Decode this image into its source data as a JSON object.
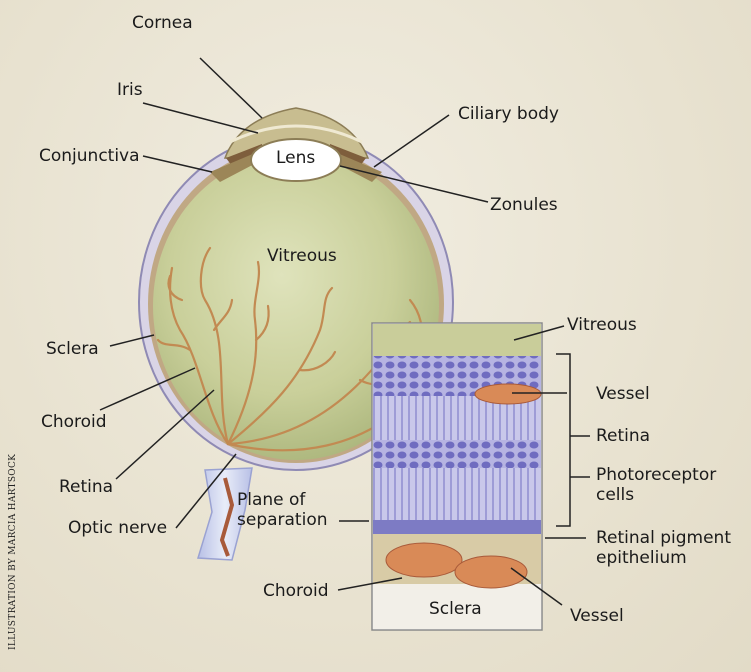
{
  "labels": {
    "cornea": "Cornea",
    "iris": "Iris",
    "conjunctiva": "Conjunctiva",
    "lens": "Lens",
    "ciliary_body": "Ciliary body",
    "zonules": "Zonules",
    "vitreous_eye": "Vitreous",
    "sclera_left": "Sclera",
    "choroid_left": "Choroid",
    "retina_left": "Retina",
    "optic_nerve": "Optic nerve",
    "plane_of_separation": "Plane of separation",
    "vitreous_inset": "Vitreous",
    "vessel_top": "Vessel",
    "retina_inset": "Retina",
    "photoreceptor_cells": "Photoreceptor cells",
    "rpe": "Retinal pigment epithelium",
    "choroid_inset": "Choroid",
    "sclera_inset": "Sclera",
    "vessel_bottom": "Vessel"
  },
  "credit": "ILLUSTRATION BY MARCIA HARTSOCK",
  "colors": {
    "background": "#e9e4d4",
    "vitreous": "#c9cf9a",
    "sclera": "#d9d4e6",
    "vessel": "#d98a57",
    "retina_layers": "#9d9bd6",
    "choroid": "#d8cba6"
  }
}
